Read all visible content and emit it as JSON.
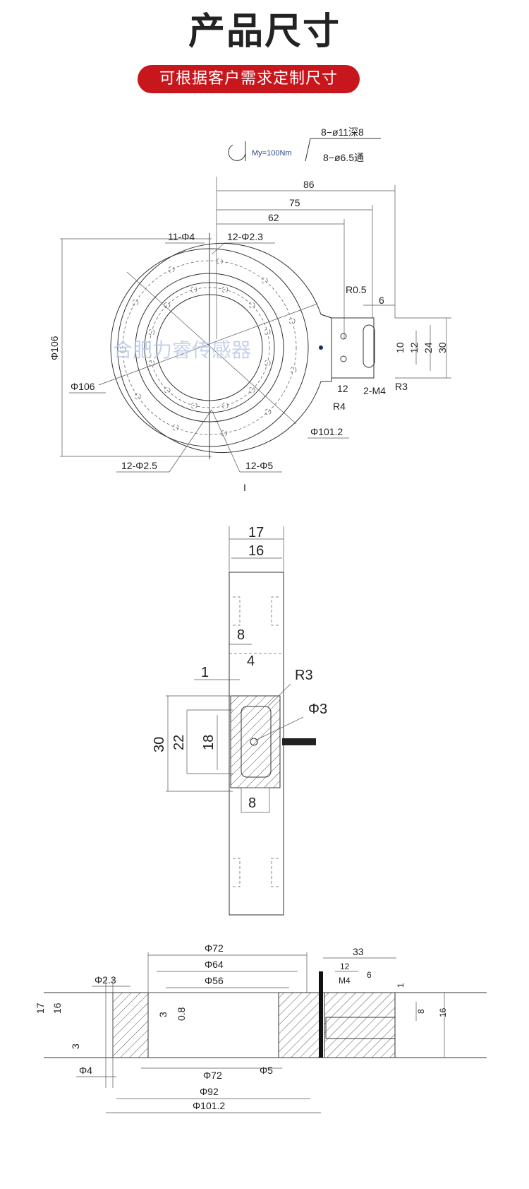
{
  "header": {
    "title": "产品尺寸",
    "subtitle": "可根据客户需求定制尺寸"
  },
  "top_view": {
    "moment": "My=100Nm",
    "hole_a": "8−ø11深8",
    "hole_b": "8−ø6.5通",
    "dim_86": "86",
    "dim_75": "75",
    "dim_62": "62",
    "holes_4": "11-Φ4",
    "holes_23": "12-Φ2.3",
    "r05": "R0.5",
    "dim_6": "6",
    "dim_10": "10",
    "dim_12v": "12",
    "dim_24": "24",
    "dim_30": "30",
    "dim_12": "12",
    "m4": "2-M4",
    "r3": "R3",
    "r4": "R4",
    "d106_v": "Φ106",
    "d106": "Φ106",
    "d1012": "Φ101.2",
    "holes_25": "12-Φ2.5",
    "holes_5": "12-Φ5",
    "watermark": "合肥力睿传感器",
    "marker": "I"
  },
  "side_view": {
    "dim_17": "17",
    "dim_16": "16",
    "dim_8": "8",
    "dim_4": "4",
    "dim_1": "1",
    "r3": "R3",
    "d3": "Φ3",
    "dim_30": "30",
    "dim_22": "22",
    "dim_18": "18",
    "dim_8b": "8"
  },
  "section_view": {
    "d72": "Φ72",
    "d64": "Φ64",
    "d56": "Φ56",
    "d23": "Φ2.3",
    "dim_17": "17",
    "dim_16": "16",
    "dim_3": "3",
    "dim_3b": "3",
    "dim_08": "0.8",
    "d72b": "Φ72",
    "d5": "Φ5",
    "d4": "Φ4",
    "d92": "Φ92",
    "d1012": "Φ101.2",
    "dim_33": "33",
    "dim_12": "12",
    "m4": "M4",
    "dim_6": "6",
    "dim_1": "1",
    "dim_8": "8",
    "dim_16r": "16"
  }
}
